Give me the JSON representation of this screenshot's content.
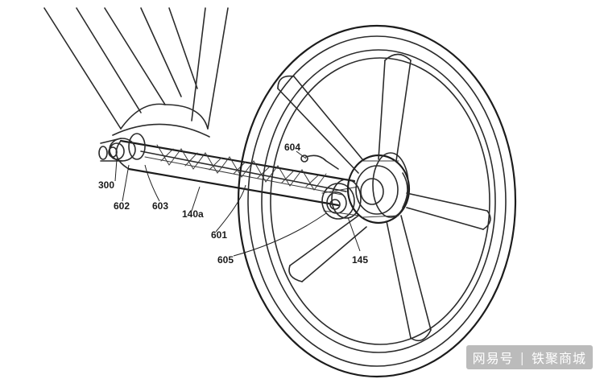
{
  "labels": {
    "l300": "300",
    "l602": "602",
    "l603": "603",
    "l140a": "140a",
    "l601": "601",
    "l605": "605",
    "l604": "604",
    "l145": "145"
  },
  "watermark": {
    "source": "网易号",
    "separator": "|",
    "account": "铁聚商城"
  }
}
